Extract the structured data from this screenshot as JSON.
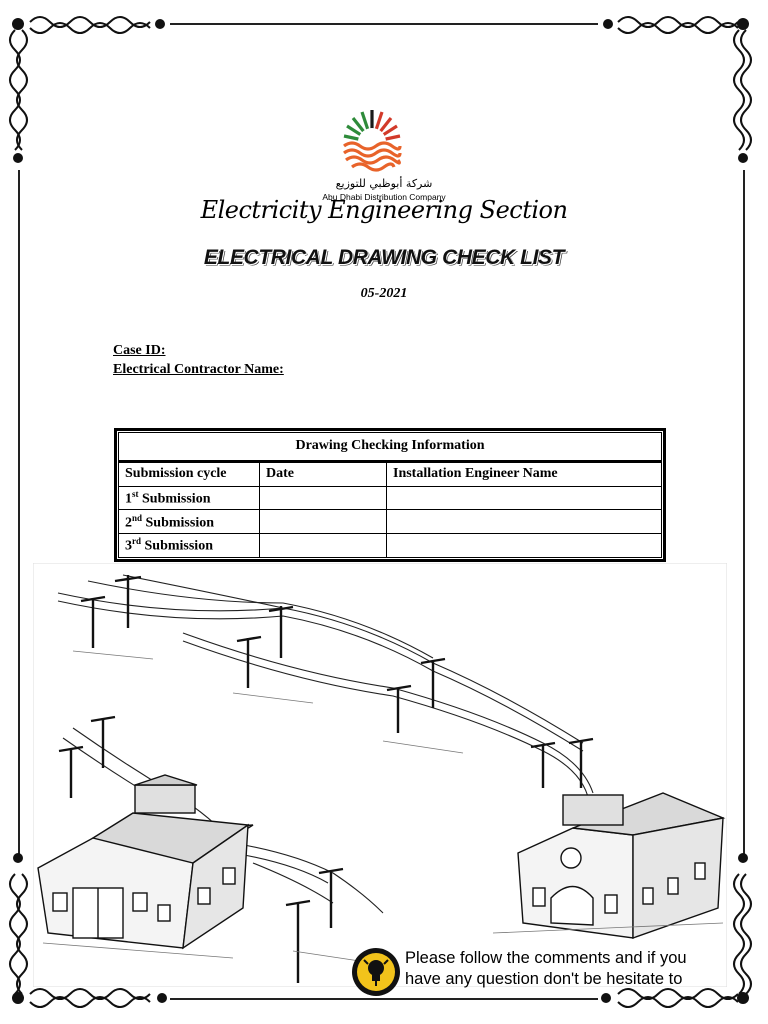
{
  "company": {
    "name_ar": "شركة أبوظبي للتوزيع",
    "name_en": "Abu Dhabi Distribution Company"
  },
  "header": {
    "section_title": "Electricity Engineering Section",
    "main_title": "ELECTRICAL DRAWING CHECK LIST",
    "date_code": "05-2021"
  },
  "fields": {
    "case_id": "Case ID:",
    "contractor_name": "Electrical Contractor Name:"
  },
  "table": {
    "caption": "Drawing  Checking Information",
    "columns": [
      "Submission cycle",
      "Date",
      "Installation Engineer Name"
    ],
    "rows": [
      {
        "num": "1",
        "sup": "st",
        "label": " Submission",
        "date": "",
        "engineer": ""
      },
      {
        "num": "2",
        "sup": "nd",
        "label": " Submission",
        "date": "",
        "engineer": ""
      },
      {
        "num": "3",
        "sup": "rd",
        "label": " Submission",
        "date": "",
        "engineer": ""
      }
    ]
  },
  "note": {
    "line1": "Please follow the comments and if you",
    "line2": "have any question don't be hesitate to"
  },
  "colors": {
    "logo_green": "#2e8b3a",
    "logo_orange": "#e8632a",
    "note_icon_yellow": "#f2c31b"
  }
}
